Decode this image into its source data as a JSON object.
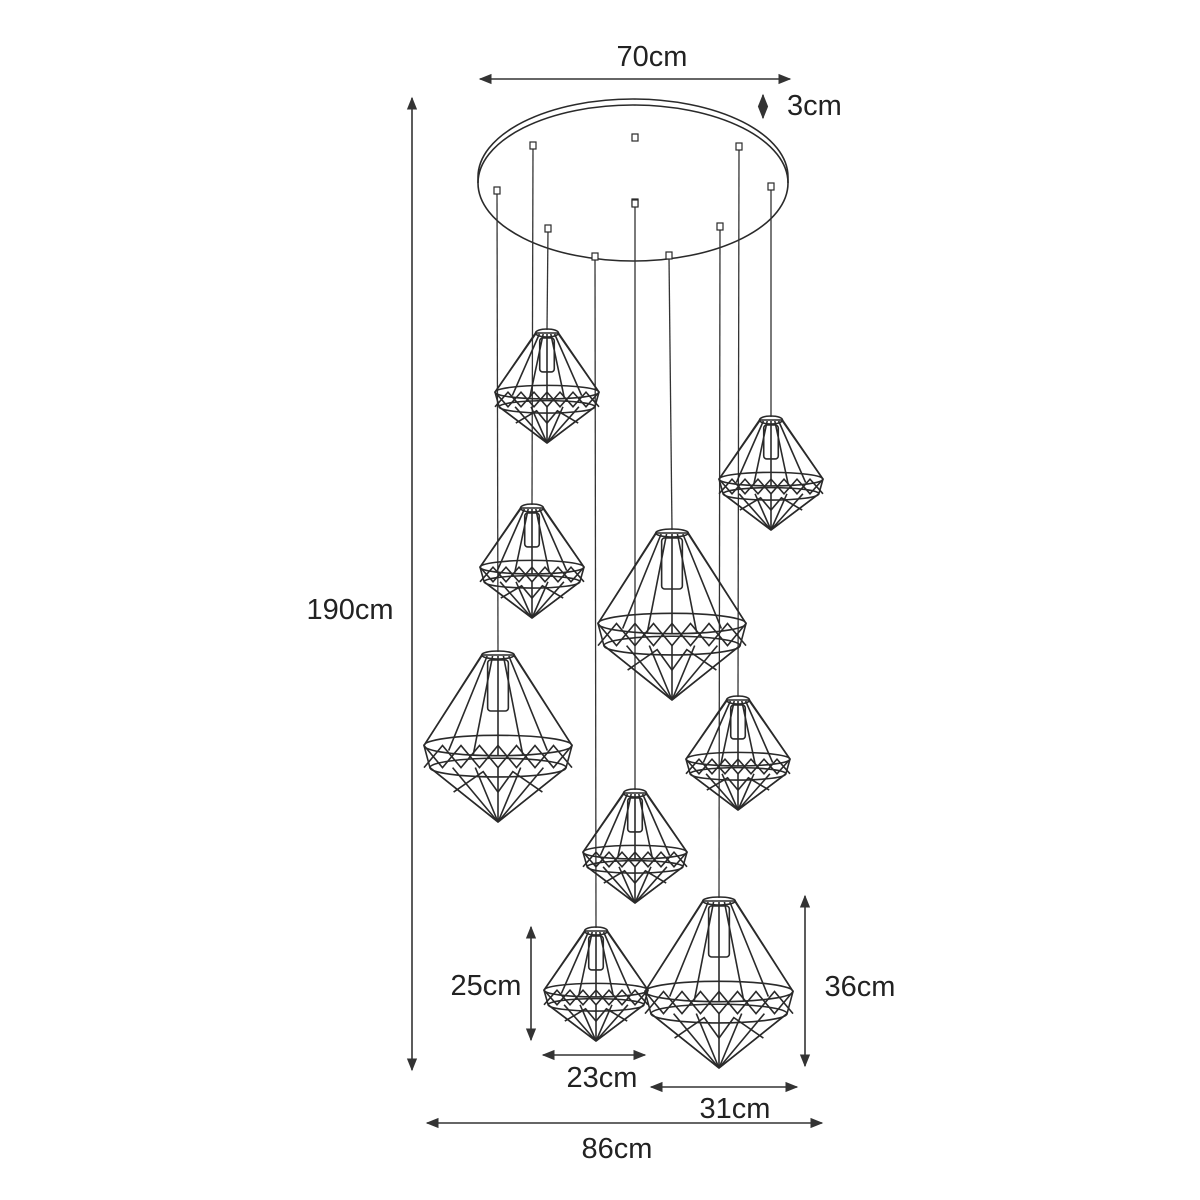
{
  "diagram": {
    "colors": {
      "line": "#2a2a2a",
      "background": "#ffffff"
    },
    "canopy": {
      "diameter": "70cm",
      "thickness": "3cm"
    },
    "dimensions": {
      "overall_height": "190cm",
      "overall_width": "86cm",
      "small_shade_height": "25cm",
      "small_shade_width": "23cm",
      "large_shade_height": "36cm",
      "large_shade_width": "31cm"
    },
    "pendants": [
      {
        "size": "small"
      },
      {
        "size": "small"
      },
      {
        "size": "small"
      },
      {
        "size": "large"
      },
      {
        "size": "large"
      },
      {
        "size": "small"
      },
      {
        "size": "small"
      },
      {
        "size": "small"
      },
      {
        "size": "large"
      }
    ]
  }
}
